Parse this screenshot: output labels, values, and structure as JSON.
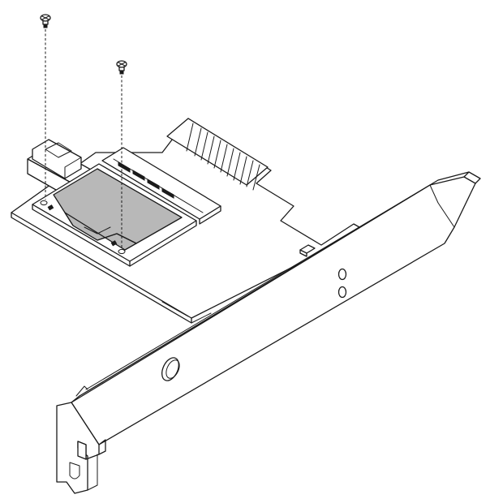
{
  "diagram": {
    "colors": {
      "outline": "#1a1a1a",
      "background": "#ffffff",
      "module_fill": "#b8b8b8"
    },
    "components": [
      {
        "name": "screw",
        "count": 2,
        "icon": "screw-icon"
      },
      {
        "name": "m2-module",
        "icon": "module-icon"
      },
      {
        "name": "pcie-card",
        "icon": "card-icon"
      },
      {
        "name": "mounting-bracket",
        "icon": "bracket-icon"
      },
      {
        "name": "power-connector",
        "icon": "connector-icon"
      }
    ]
  }
}
